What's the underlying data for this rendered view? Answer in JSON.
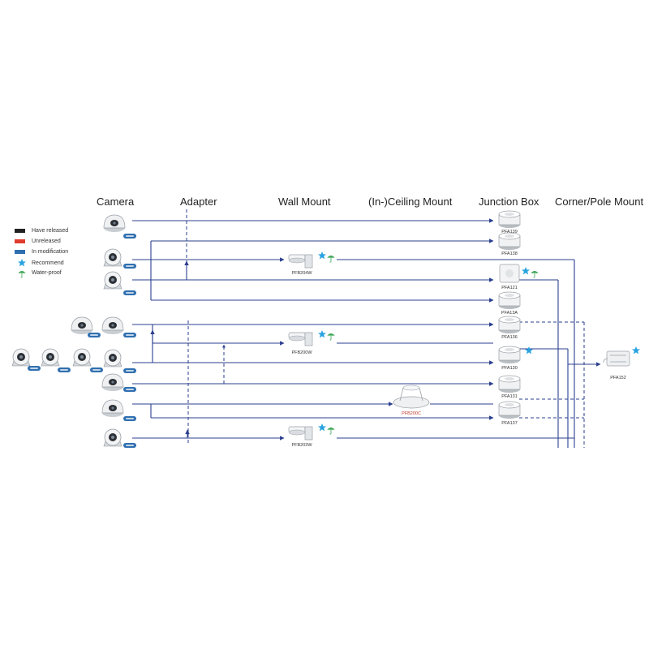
{
  "columns": {
    "camera": "Camera",
    "adapter": "Adapter",
    "wall_mount": "Wall Mount",
    "ceiling_mount": "(In-)Ceiling Mount",
    "junction_box": "Junction Box",
    "corner_pole_mount": "Corner/Pole Mount"
  },
  "legend": {
    "have_released": "Have released",
    "unreleased": "Unreleased",
    "in_modification": "In modification",
    "recommend": "Recommend",
    "water_proof": "Water-proof"
  },
  "colors": {
    "have_released": "#222222",
    "unreleased": "#e03b2c",
    "in_modification": "#2f6fb0",
    "line": "#2b3f8f",
    "star": "#29a3e0",
    "umbrella": "#3aa655"
  },
  "products": {
    "pfb204w": "PFB204W",
    "pfb200w": "PFB200W",
    "pfb203w": "PFB203W",
    "pfb200c": "PFB200C",
    "pfa139": "PFA139",
    "pfa138": "PFA138",
    "pfa121": "PFA121",
    "pfa13a": "PFA13A",
    "pfa136": "PFA136",
    "pfa130": "PFA130",
    "pfa131": "PFA131",
    "pfa137": "PFA137",
    "pfa152": "PFA152"
  }
}
